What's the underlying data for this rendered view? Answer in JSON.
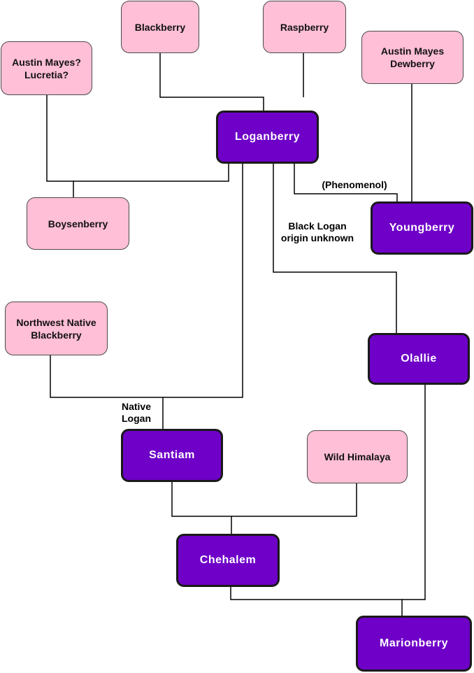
{
  "nodes": {
    "blackberry": {
      "label": "Blackberry",
      "kind": "ancestor"
    },
    "raspberry": {
      "label": "Raspberry",
      "kind": "ancestor"
    },
    "austin_lucretia": {
      "label": "Austin Mayes?\nLucretia?",
      "kind": "ancestor"
    },
    "austin_dewberry": {
      "label": "Austin Mayes\nDewberry",
      "kind": "ancestor"
    },
    "loganberry": {
      "label": "Loganberry",
      "kind": "cultivar"
    },
    "boysenberry": {
      "label": "Boysenberry",
      "kind": "ancestor"
    },
    "youngberry": {
      "label": "Youngberry",
      "kind": "cultivar"
    },
    "nw_native": {
      "label": "Northwest Native\nBlackberry",
      "kind": "ancestor"
    },
    "olallie": {
      "label": "Olallie",
      "kind": "cultivar"
    },
    "santiam": {
      "label": "Santiam",
      "kind": "cultivar"
    },
    "wild_himalaya": {
      "label": "Wild Himalaya",
      "kind": "ancestor"
    },
    "chehalem": {
      "label": "Chehalem",
      "kind": "cultivar"
    },
    "marionberry": {
      "label": "Marionberry",
      "kind": "cultivar"
    }
  },
  "edge_labels": {
    "phenomenol": "(Phenomenol)",
    "black_logan": "Black Logan\norigin unknown",
    "native_logan": "Native\nLogan"
  },
  "colors": {
    "ancestor_fill": "#ffbfd6",
    "cultivar_fill": "#6e00c8",
    "line": "#000000"
  }
}
